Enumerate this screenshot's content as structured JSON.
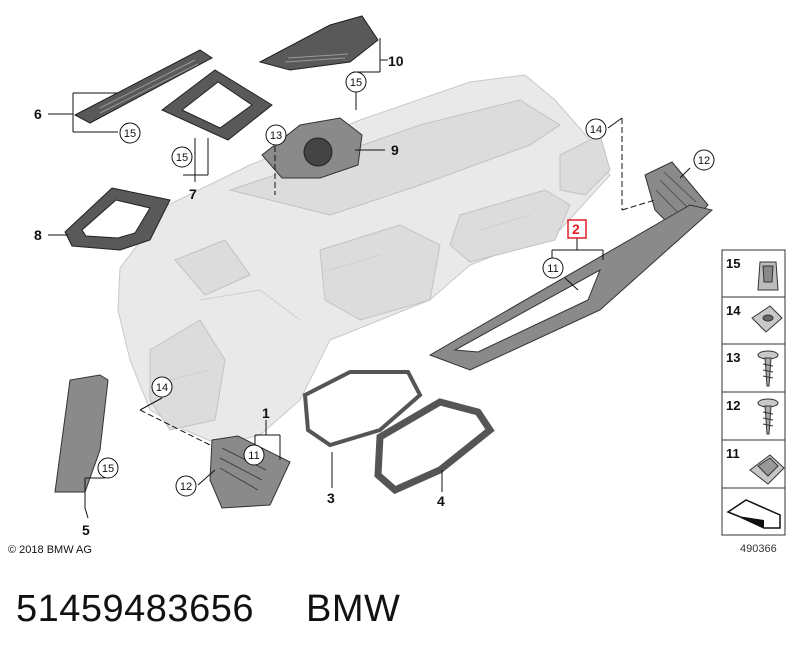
{
  "callouts": {
    "c1": "1",
    "c2": "2",
    "c3": "3",
    "c4": "4",
    "c5": "5",
    "c6": "6",
    "c7": "7",
    "c8": "8",
    "c9": "9",
    "c10": "10",
    "b11a": "11",
    "b11b": "11",
    "b12a": "12",
    "b12b": "12",
    "b13": "13",
    "b14a": "14",
    "b14b": "14",
    "b15a": "15",
    "b15b": "15",
    "b15c": "15",
    "b15d": "15"
  },
  "highlight_color": "#e0202a",
  "side_panel": {
    "items": [
      {
        "label": "15",
        "icon": "clip-icon"
      },
      {
        "label": "14",
        "icon": "nut-icon"
      },
      {
        "label": "13",
        "icon": "screw-icon"
      },
      {
        "label": "12",
        "icon": "screw-icon"
      },
      {
        "label": "11",
        "icon": "clip-nut-icon"
      },
      {
        "label": "",
        "icon": "arrow-icon"
      }
    ],
    "image_number": "490366"
  },
  "copyright": "© 2018 BMW AG",
  "footer": {
    "part_number": "51459483656",
    "brand": "BMW"
  }
}
